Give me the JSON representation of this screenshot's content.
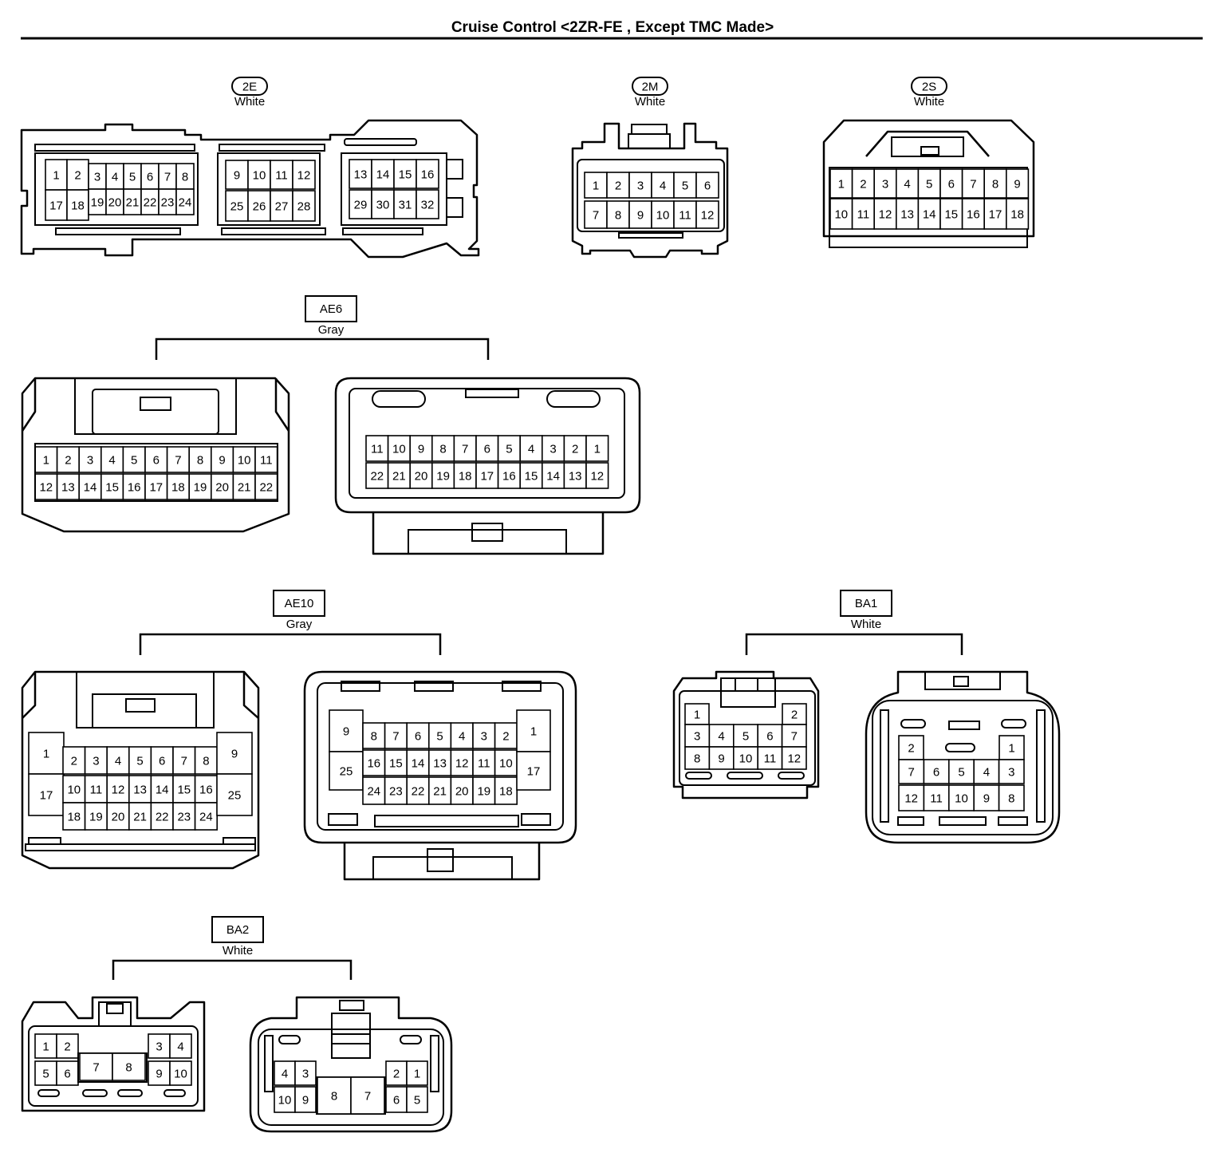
{
  "title": "Cruise Control <2ZR-FE , Except TMC Made>",
  "connectors": [
    {
      "id": "2E",
      "color": "White",
      "label_style": "oval",
      "views": [
        {
          "pins": [
            "1",
            "2",
            "3",
            "4",
            "5",
            "6",
            "7",
            "8",
            "17",
            "18",
            "19",
            "20",
            "21",
            "22",
            "23",
            "24",
            "9",
            "10",
            "11",
            "12",
            "25",
            "26",
            "27",
            "28",
            "13",
            "14",
            "15",
            "16",
            "29",
            "30",
            "31",
            "32"
          ]
        }
      ]
    },
    {
      "id": "2M",
      "color": "White",
      "label_style": "oval",
      "views": [
        {
          "pins": [
            "1",
            "2",
            "3",
            "4",
            "5",
            "6",
            "7",
            "8",
            "9",
            "10",
            "11",
            "12"
          ]
        }
      ]
    },
    {
      "id": "2S",
      "color": "White",
      "label_style": "oval",
      "views": [
        {
          "pins": [
            "1",
            "2",
            "3",
            "4",
            "5",
            "6",
            "7",
            "8",
            "9",
            "10",
            "11",
            "12",
            "13",
            "14",
            "15",
            "16",
            "17",
            "18"
          ]
        }
      ]
    },
    {
      "id": "AE6",
      "color": "Gray",
      "label_style": "box",
      "views": [
        {
          "pins": [
            "1",
            "2",
            "3",
            "4",
            "5",
            "6",
            "7",
            "8",
            "9",
            "10",
            "11",
            "12",
            "13",
            "14",
            "15",
            "16",
            "17",
            "18",
            "19",
            "20",
            "21",
            "22"
          ]
        },
        {
          "pins": [
            "11",
            "10",
            "9",
            "8",
            "7",
            "6",
            "5",
            "4",
            "3",
            "2",
            "1",
            "22",
            "21",
            "20",
            "19",
            "18",
            "17",
            "16",
            "15",
            "14",
            "13",
            "12"
          ]
        }
      ]
    },
    {
      "id": "AE10",
      "color": "Gray",
      "label_style": "box",
      "views": [
        {
          "pins": [
            "1",
            "17",
            "2",
            "3",
            "4",
            "5",
            "6",
            "7",
            "8",
            "10",
            "11",
            "12",
            "13",
            "14",
            "15",
            "16",
            "18",
            "19",
            "20",
            "21",
            "22",
            "23",
            "24",
            "9",
            "25"
          ]
        },
        {
          "pins": [
            "9",
            "25",
            "8",
            "7",
            "6",
            "5",
            "4",
            "3",
            "2",
            "16",
            "15",
            "14",
            "13",
            "12",
            "11",
            "10",
            "24",
            "23",
            "22",
            "21",
            "20",
            "19",
            "18",
            "1",
            "17"
          ]
        }
      ]
    },
    {
      "id": "BA1",
      "color": "White",
      "label_style": "box",
      "views": [
        {
          "pins": [
            "1",
            "2",
            "3",
            "4",
            "5",
            "6",
            "7",
            "8",
            "9",
            "10",
            "11",
            "12"
          ]
        },
        {
          "pins": [
            "2",
            "1",
            "7",
            "6",
            "5",
            "4",
            "3",
            "12",
            "11",
            "10",
            "9",
            "8"
          ]
        }
      ]
    },
    {
      "id": "BA2",
      "color": "White",
      "label_style": "box",
      "views": [
        {
          "pins": [
            "1",
            "2",
            "3",
            "4",
            "5",
            "6",
            "7",
            "8",
            "9",
            "10"
          ]
        },
        {
          "pins": [
            "4",
            "3",
            "2",
            "1",
            "10",
            "9",
            "8",
            "7",
            "6",
            "5"
          ]
        }
      ]
    }
  ]
}
